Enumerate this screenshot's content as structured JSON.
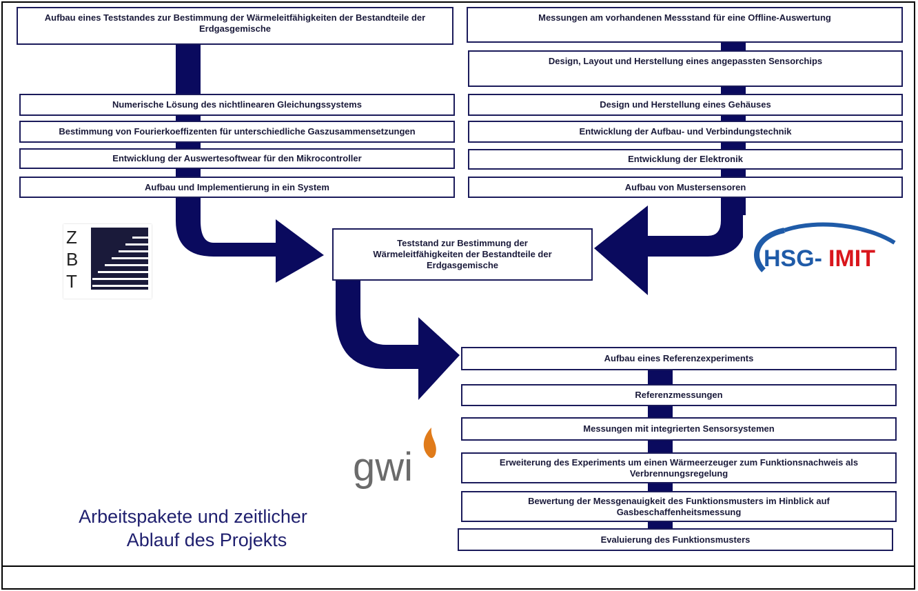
{
  "left_column": {
    "header": "Aufbau eines Teststandes zur Bestimmung der Wärmeleitfähigkeiten der Bestandteile der Erdgasgemische",
    "items": [
      "Numerische Lösung des nichtlinearen Gleichungssystems",
      "Bestimmung von Fourierkoeffizenten für unterschiedliche Gaszusammensetzungen",
      "Entwicklung der Auswertesoftwear für den Mikrocontroller",
      "Aufbau und Implementierung in ein System"
    ]
  },
  "right_column": {
    "header": "Messungen am vorhandenen Messstand für eine Offline-Auswertung",
    "items": [
      "Design, Layout und Herstellung eines angepassten Sensorchips",
      "Design und Herstellung eines Gehäuses",
      "Entwicklung der Aufbau- und Verbindungstechnik",
      "Entwicklung der Elektronik",
      "Aufbau von Mustersensoren"
    ]
  },
  "center_box": "Teststand zur Bestimmung der Wärmeleitfähigkeiten der Bestandteile der Erdgasgemische",
  "bottom_column": {
    "items": [
      "Aufbau eines Referenzexperiments",
      "Referenzmessungen",
      "Messungen mit integrierten Sensorsystemen",
      "Erweiterung des Experiments um einen Wärmeerzeuger zum Funktionsnachweis als Verbrennungsregelung",
      "Bewertung der Messgenauigkeit des Funktionsmusters im Hinblick auf Gasbeschaffenheitsmessung",
      "Evaluierung des Funktionsmusters"
    ]
  },
  "logos": {
    "zbt": [
      "Z",
      "B",
      "T"
    ],
    "hsg_part1": "HSG-",
    "hsg_part2": "IMIT",
    "gwi": "gwi"
  },
  "caption": {
    "line1": "Arbeitspakete und zeitlicher",
    "line2": "Ablauf des Projekts"
  },
  "colors": {
    "arrow": "#0a0a5e",
    "box_border": "#1a1a5a",
    "hsg_blue": "#1f5ba8",
    "hsg_red": "#d9161c",
    "gwi_gray": "#6b6b6b",
    "gwi_flame": "#e07b1a"
  }
}
